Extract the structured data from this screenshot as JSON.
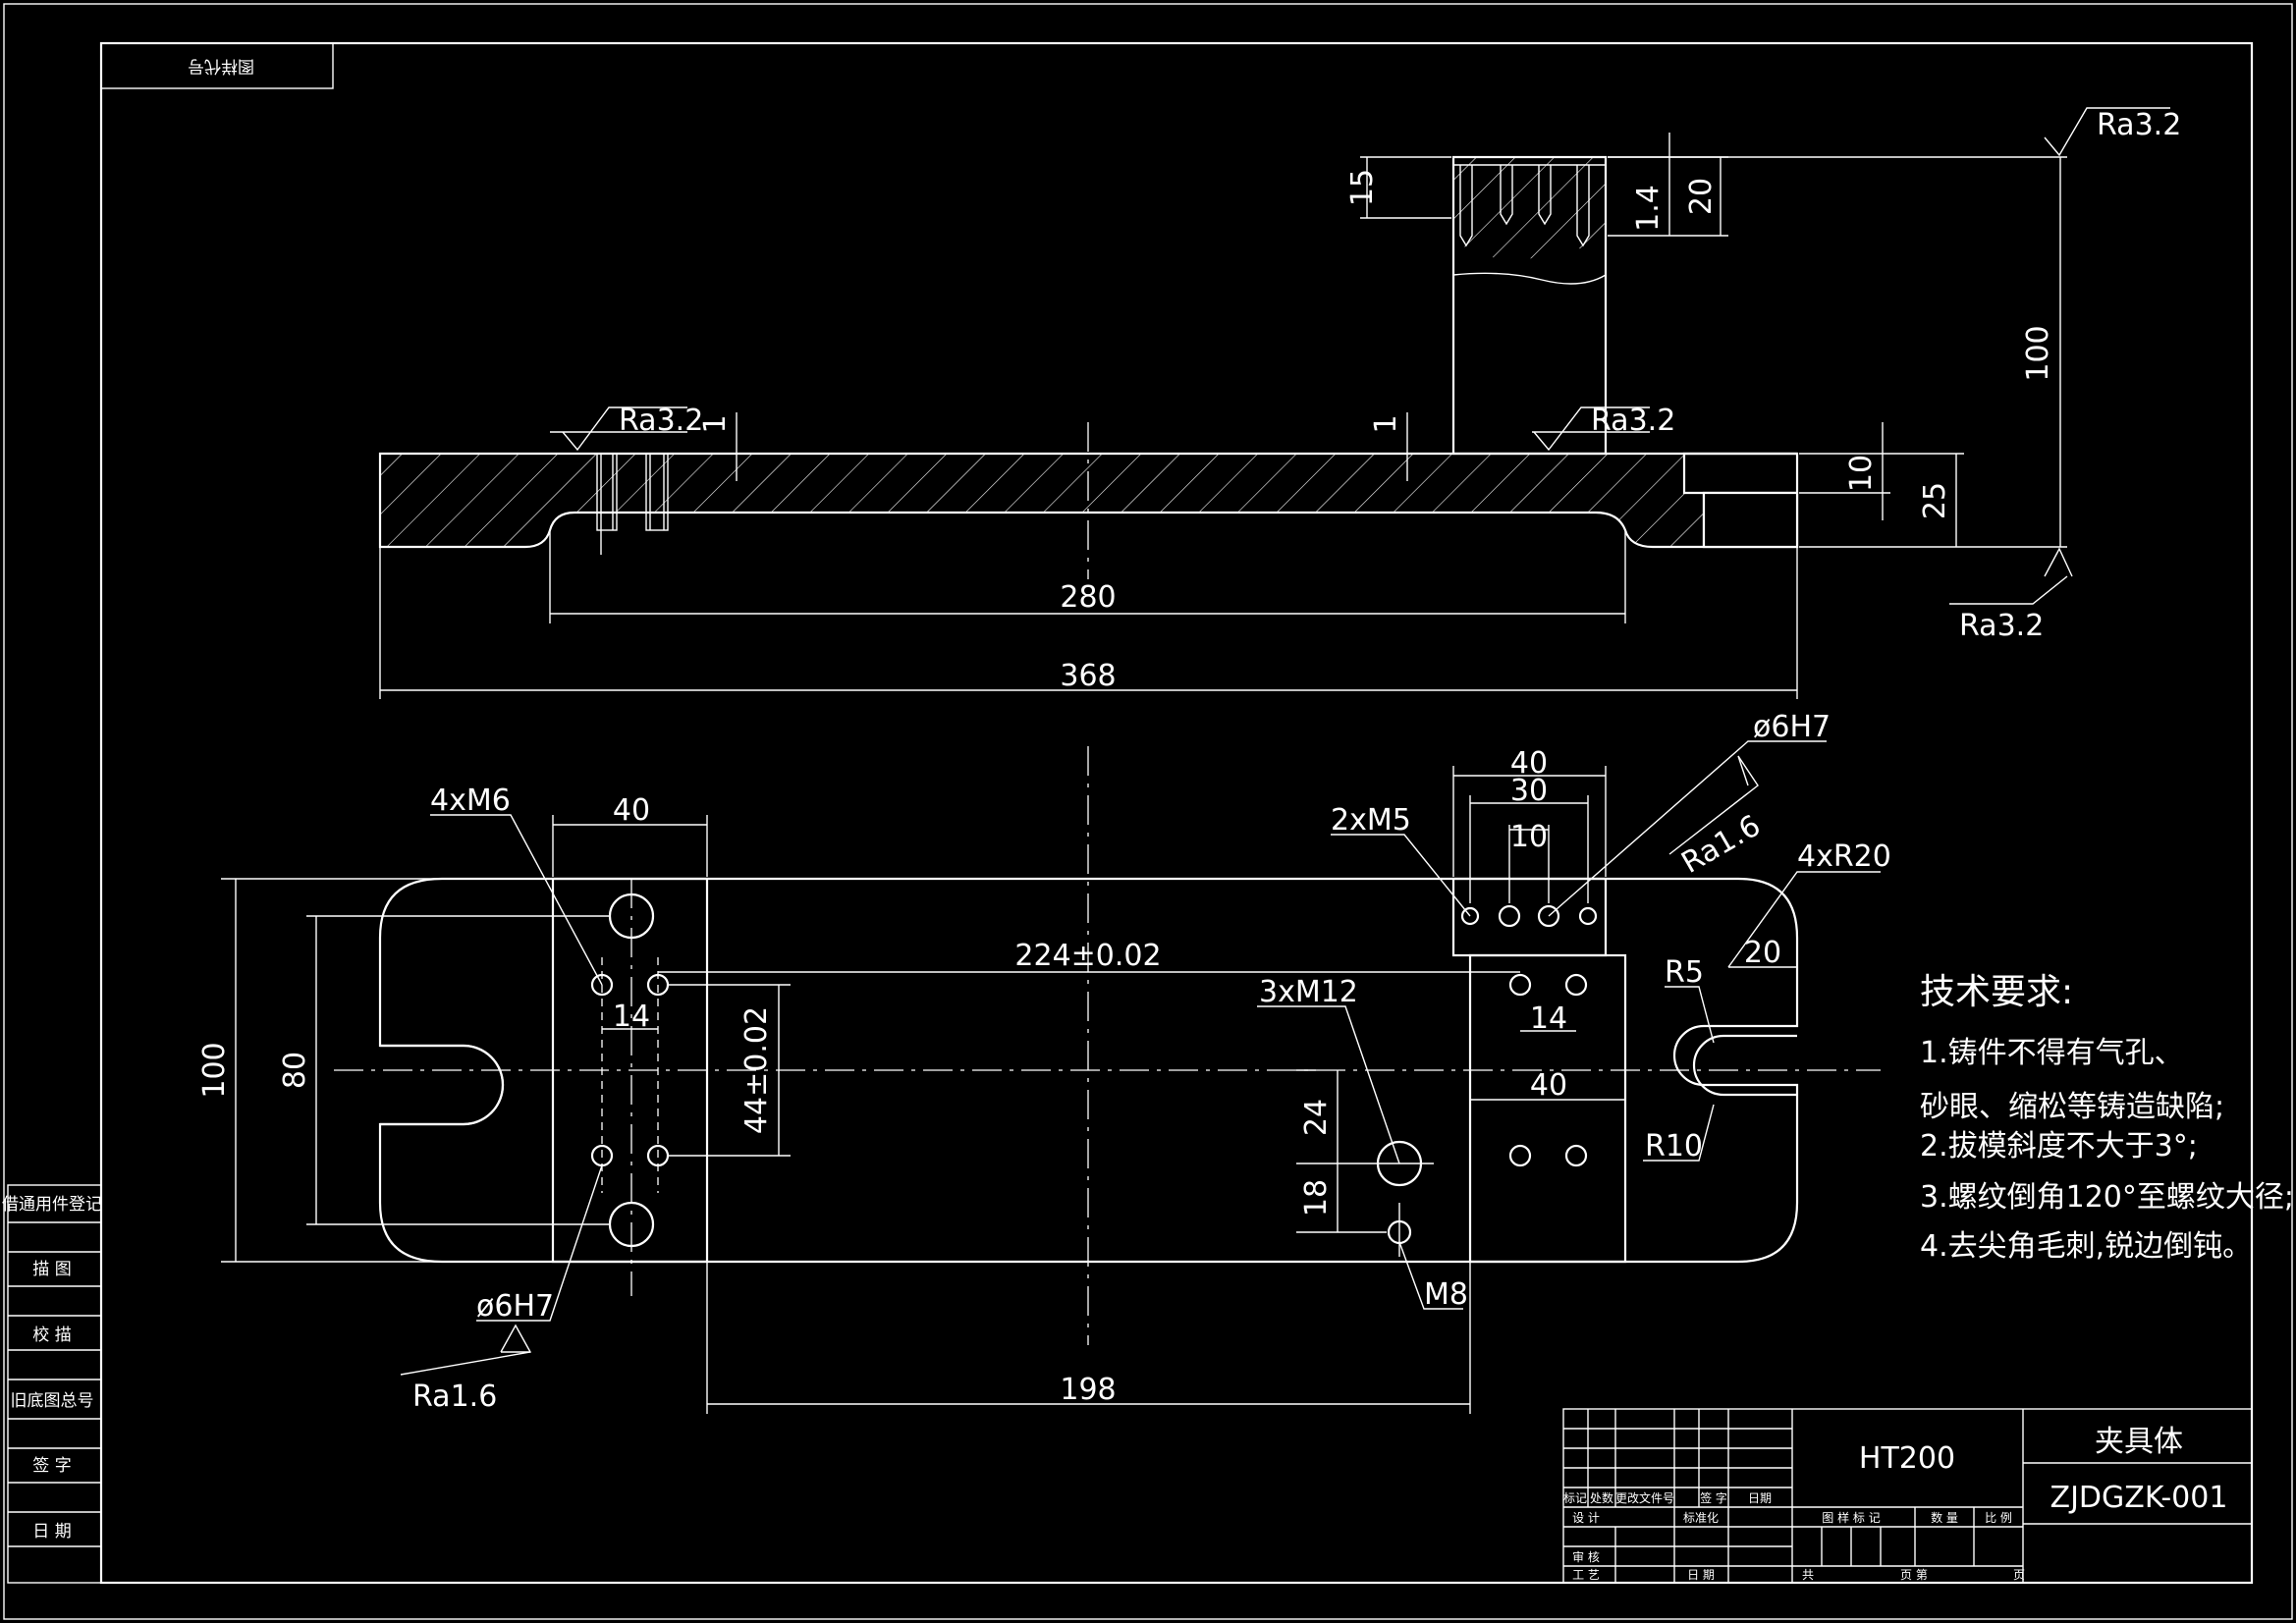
{
  "title_block": {
    "material": "HT200",
    "part_name": "夹具体",
    "drawing_no": "ZJDGZK-001",
    "labels": {
      "mark": "标记",
      "count": "处数",
      "change_doc": "更改文件号",
      "sign": "签 字",
      "date": "日期",
      "design": "设 计",
      "standardize": "标准化",
      "review": "审 核",
      "process": "工 艺",
      "date2": "日 期",
      "stage": "图 样 标 记",
      "weight": "数 量",
      "scale": "比 例",
      "sheet_total": "共",
      "sheet_no": "页 第",
      "page": "页"
    }
  },
  "corner_stamp": "图样代号",
  "side_block": [
    "借通用件登记",
    "描 图",
    "校 描",
    "旧底图总号",
    "签 字",
    "日 期"
  ],
  "notes": {
    "title": "技术要求:",
    "items": [
      "1.铸件不得有气孔、",
      "砂眼、缩松等铸造缺陷;",
      "2.拔模斜度不大于3°;",
      "3.螺纹倒角120°至螺纹大径;",
      "4.去尖角毛刺,锐边倒钝。"
    ]
  },
  "front_view": {
    "dims": {
      "d15": "15",
      "d1_4": "1.4",
      "d20": "20",
      "d100": "100",
      "d1a": "1",
      "d1b": "1",
      "d10": "10",
      "d25": "25",
      "d280": "280",
      "d368": "368"
    },
    "roughness": {
      "r1": "Ra3.2",
      "r2": "Ra3.2",
      "r3": "Ra3.2",
      "r4": "Ra3.2"
    }
  },
  "top_view": {
    "dims": {
      "d40a": "40",
      "d40b": "40",
      "d30": "30",
      "d10": "10",
      "d224": "224±0.02",
      "d44": "44±0.02",
      "d14a": "14",
      "d14b": "14",
      "d40c": "40",
      "d100": "100",
      "d80": "80",
      "d24": "24",
      "d18": "18",
      "d20": "20",
      "d198": "198"
    },
    "callouts": {
      "m6": "4xM6",
      "m5": "2xM5",
      "phi6a": "ø6H7",
      "phi6b": "ø6H7",
      "r20": "4xR20",
      "r5": "R5",
      "r10": "R10",
      "m12": "3xM12",
      "m8": "M8"
    },
    "roughness": {
      "ra16a": "Ra1.6",
      "ra16b": "Ra1.6"
    }
  }
}
